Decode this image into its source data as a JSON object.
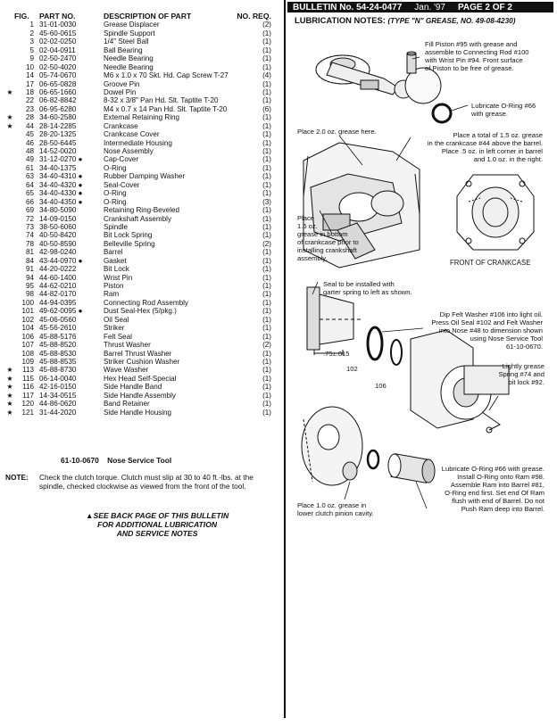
{
  "parts_table": {
    "headers": {
      "fig": "FIG.",
      "part": "PART NO.",
      "desc": "DESCRIPTION OF PART",
      "qty": "NO. REQ."
    },
    "rows": [
      {
        "star": "",
        "fig": "1",
        "part": "31-01-0030",
        "desc": "Grease Displacer",
        "qty": "(2)"
      },
      {
        "star": "",
        "fig": "2",
        "part": "45-60-0615",
        "desc": "Spindle Support",
        "qty": "(1)"
      },
      {
        "star": "",
        "fig": "3",
        "part": "02-02-0250",
        "desc": "1/4\" Steel Ball",
        "qty": "(1)"
      },
      {
        "star": "",
        "fig": "5",
        "part": "02-04-0911",
        "desc": "Ball Bearing",
        "qty": "(1)"
      },
      {
        "star": "",
        "fig": "9",
        "part": "02-50-2470",
        "desc": "Needle Bearing",
        "qty": "(1)"
      },
      {
        "star": "",
        "fig": "10",
        "part": "02-50-4020",
        "desc": "Needle Bearing",
        "qty": "(1)"
      },
      {
        "star": "",
        "fig": "14",
        "part": "05-74-0670",
        "desc": "M6 x 1.0 x 70 Skt. Hd. Cap Screw T-27",
        "qty": "(4)"
      },
      {
        "star": "",
        "fig": "17",
        "part": "06-65-0828",
        "desc": "Groove Pin",
        "qty": "(1)"
      },
      {
        "star": "★",
        "fig": "18",
        "part": "06-65-1660",
        "desc": "Dowel Pin",
        "qty": "(1)"
      },
      {
        "star": "",
        "fig": "22",
        "part": "06-82-8842",
        "desc": "8-32 x 3/8\" Pan Hd. Slt. Taptite T-20",
        "qty": "(1)"
      },
      {
        "star": "",
        "fig": "23",
        "part": "06-95-6280",
        "desc": "M4 x 0.7 x 14 Pan Hd. Slt. Taptite T-20",
        "qty": "(6)"
      },
      {
        "star": "★",
        "fig": "28",
        "part": "34-60-2580",
        "desc": "External Retaining Ring",
        "qty": "(1)"
      },
      {
        "star": "★",
        "fig": "44",
        "part": "28-14-2285",
        "desc": "Crankcase",
        "qty": "(1)"
      },
      {
        "star": "",
        "fig": "45",
        "part": "28-20-1325",
        "desc": "Crankcase Cover",
        "qty": "(1)"
      },
      {
        "star": "",
        "fig": "46",
        "part": "28-50-6445",
        "desc": "Intermediate Housing",
        "qty": "(1)"
      },
      {
        "star": "",
        "fig": "48",
        "part": "14-52-0020",
        "desc": "Nose Assembly",
        "qty": "(1)"
      },
      {
        "star": "",
        "fig": "49",
        "part": "31-12-0270 ●",
        "desc": "Cap-Cover",
        "qty": "(1)"
      },
      {
        "star": "",
        "fig": "61",
        "part": "34-40-1375",
        "desc": "O-Ring",
        "qty": "(1)"
      },
      {
        "star": "",
        "fig": "63",
        "part": "34-40-4310 ●",
        "desc": "Rubber Damping Washer",
        "qty": "(1)"
      },
      {
        "star": "",
        "fig": "64",
        "part": "34-40-4320 ●",
        "desc": "Seal-Cover",
        "qty": "(1)"
      },
      {
        "star": "",
        "fig": "65",
        "part": "34-40-4330 ●",
        "desc": "O-Ring",
        "qty": "(1)"
      },
      {
        "star": "",
        "fig": "66",
        "part": "34-40-4350 ●",
        "desc": "O-Ring",
        "qty": "(3)"
      },
      {
        "star": "",
        "fig": "69",
        "part": "34-80-5090",
        "desc": "Retaining Ring-Beveled",
        "qty": "(1)"
      },
      {
        "star": "",
        "fig": "72",
        "part": "14-09-0150",
        "desc": "Crankshaft Assembly",
        "qty": "(1)"
      },
      {
        "star": "",
        "fig": "73",
        "part": "38-50-6060",
        "desc": "Spindle",
        "qty": "(1)"
      },
      {
        "star": "",
        "fig": "74",
        "part": "40-50-8420",
        "desc": "Bit Lock Spring",
        "qty": "(1)"
      },
      {
        "star": "",
        "fig": "78",
        "part": "40-50-8590",
        "desc": "Belleville Spring",
        "qty": "(2)"
      },
      {
        "star": "",
        "fig": "81",
        "part": "42-98-0240",
        "desc": "Barrel",
        "qty": "(1)"
      },
      {
        "star": "",
        "fig": "84",
        "part": "43-44-0970 ●",
        "desc": "Gasket",
        "qty": "(1)"
      },
      {
        "star": "",
        "fig": "91",
        "part": "44-20-0222",
        "desc": "Bit Lock",
        "qty": "(1)"
      },
      {
        "star": "",
        "fig": "94",
        "part": "44-60-1400",
        "desc": "Wrist Pin",
        "qty": "(1)"
      },
      {
        "star": "",
        "fig": "95",
        "part": "44-62-0210",
        "desc": "Piston",
        "qty": "(1)"
      },
      {
        "star": "",
        "fig": "98",
        "part": "44-82-0170",
        "desc": "Ram",
        "qty": "(1)"
      },
      {
        "star": "",
        "fig": "100",
        "part": "44-94-0395",
        "desc": "Connecting Rod Assembly",
        "qty": "(1)"
      },
      {
        "star": "",
        "fig": "101",
        "part": "49-62-0095 ●",
        "desc": "Dust Seal-Hex (5/pkg.)",
        "qty": "(1)"
      },
      {
        "star": "",
        "fig": "102",
        "part": "45-06-0560",
        "desc": "Oil Seal",
        "qty": "(1)"
      },
      {
        "star": "",
        "fig": "104",
        "part": "45-56-2610",
        "desc": "Striker",
        "qty": "(1)"
      },
      {
        "star": "",
        "fig": "106",
        "part": "45-88-5176",
        "desc": "Felt Seal",
        "qty": "(1)"
      },
      {
        "star": "",
        "fig": "107",
        "part": "45-88-8520",
        "desc": "Thrust Washer",
        "qty": "(2)"
      },
      {
        "star": "",
        "fig": "108",
        "part": "45-88-8530",
        "desc": "Barrel Thrust Washer",
        "qty": "(1)"
      },
      {
        "star": "",
        "fig": "109",
        "part": "45-88-8535",
        "desc": "Striker Cushion Washer",
        "qty": "(1)"
      },
      {
        "star": "★",
        "fig": "113",
        "part": "45-88-8730",
        "desc": "Wave Washer",
        "qty": "(1)"
      },
      {
        "star": "★",
        "fig": "115",
        "part": "06-14-0040",
        "desc": "Hex Head Self-Special",
        "qty": "(1)"
      },
      {
        "star": "★",
        "fig": "116",
        "part": "42-16-0150",
        "desc": "Side Handle Band",
        "qty": "(1)"
      },
      {
        "star": "★",
        "fig": "117",
        "part": "14-34-0515",
        "desc": "Side Handle Assembly",
        "qty": "(1)"
      },
      {
        "star": "★",
        "fig": "120",
        "part": "44-86-0620",
        "desc": "Band Retainer",
        "qty": "(1)"
      },
      {
        "star": "★",
        "fig": "121",
        "part": "31-44-2020",
        "desc": "Side Handle Housing",
        "qty": "(1)"
      }
    ]
  },
  "service_tool": {
    "part": "61-10-0670",
    "desc": "Nose Service Tool"
  },
  "note": {
    "label": "NOTE:",
    "text": "Check the clutch torque. Clutch must slip at 30 to 40 ft.-lbs. at the spindle, checked clockwise as viewed from the front of the tool."
  },
  "see_back": [
    "▲SEE BACK PAGE OF THIS BULLETIN",
    "FOR ADDITIONAL LUBRICATION",
    "AND SERVICE NOTES"
  ],
  "bulletin": {
    "number": "BULLETIN No. 54-24-0477",
    "date": "Jan. '97",
    "page": "PAGE 2 OF 2"
  },
  "lubrication": {
    "title": "LUBRICATION NOTES:",
    "subtitle": "(TYPE \"N\" GREASE, NO. 49-08-4230)",
    "fill_piston": [
      "Fill Piston #95 with grease and",
      "assemble to Connecting Rod #100",
      "with Wrist Pin #94. Front surface",
      "of Piston to be free of grease."
    ],
    "lube_oring_top": [
      "Lubricate O-Ring #66",
      "with grease."
    ],
    "place_2oz": "Place 2.0 oz. grease here.",
    "total_15": [
      "Place a total of 1.5 oz. grease",
      "in the crankcase #44 above the barrel.",
      "Place .5 oz. in left corner in barrel",
      "and 1.0 oz. in the right."
    ],
    "place_15_bottom": [
      "Place",
      "1.5 oz.",
      "grease in bottom",
      "of crankcase prior to",
      "installing crankshaft",
      "assembly."
    ],
    "front_crankcase": "FRONT OF CRANKCASE",
    "seal_note": [
      "Seal to be installed with",
      "garter spring to left as shown."
    ],
    "dip_felt": [
      "Dip Felt Washer #106 into light oil.",
      "Press Oil Seal #102 and Felt Washer",
      "into Nose #48 to dimension shown",
      "using Nose Service Tool",
      "61-10-0670."
    ],
    "dimension": ".75±.015",
    "label_102": "102",
    "label_106": "106",
    "grease_spring": [
      "Lightly grease",
      "Spring #74 and",
      "bit lock #92."
    ],
    "place_10": [
      "Place 1.0 oz. grease in",
      "lower clutch pinion cavity."
    ],
    "lube_oring_bottom": [
      "Lubricate O-Ring #66 with grease.",
      "Install O-Ring onto Ram #98.",
      "Assemble Ram into Barrel #81,",
      "O-Ring end first. Set end Of Ram",
      "flush with end of Barrel. Do not",
      "Push Ram deep into Barrel."
    ]
  }
}
